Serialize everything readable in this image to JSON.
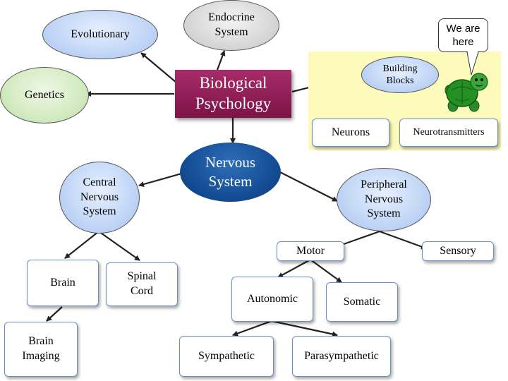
{
  "nodes": {
    "evolutionary": "Evolutionary",
    "endocrine": "Endocrine\nSystem",
    "genetics": "Genetics",
    "biological_psychology": "Biological\nPsychology",
    "building_blocks": "Building\nBlocks",
    "neurons": "Neurons",
    "neurotransmitters": "Neurotransmitters",
    "nervous_system": "Nervous\nSystem",
    "central_nervous_system": "Central\nNervous\nSystem",
    "peripheral_nervous_system": "Peripheral\nNervous\nSystem",
    "motor": "Motor",
    "sensory": "Sensory",
    "brain": "Brain",
    "spinal_cord": "Spinal\nCord",
    "autonomic": "Autonomic",
    "somatic": "Somatic",
    "brain_imaging": "Brain\nImaging",
    "sympathetic": "Sympathetic",
    "parasympathetic": "Parasympathetic"
  },
  "callout": "We are\nhere",
  "colors": {
    "biological_psychology_fill": "#8b1a55",
    "nervous_system_fill": "#1a5aa0",
    "building_blocks_panel": "#fdfbbb",
    "blue_node_fill": "#c4d8f7",
    "grey_node_fill": "#d8d8d8",
    "green_node_fill": "#d3ebc1"
  },
  "icons": [
    "turtle-icon"
  ]
}
